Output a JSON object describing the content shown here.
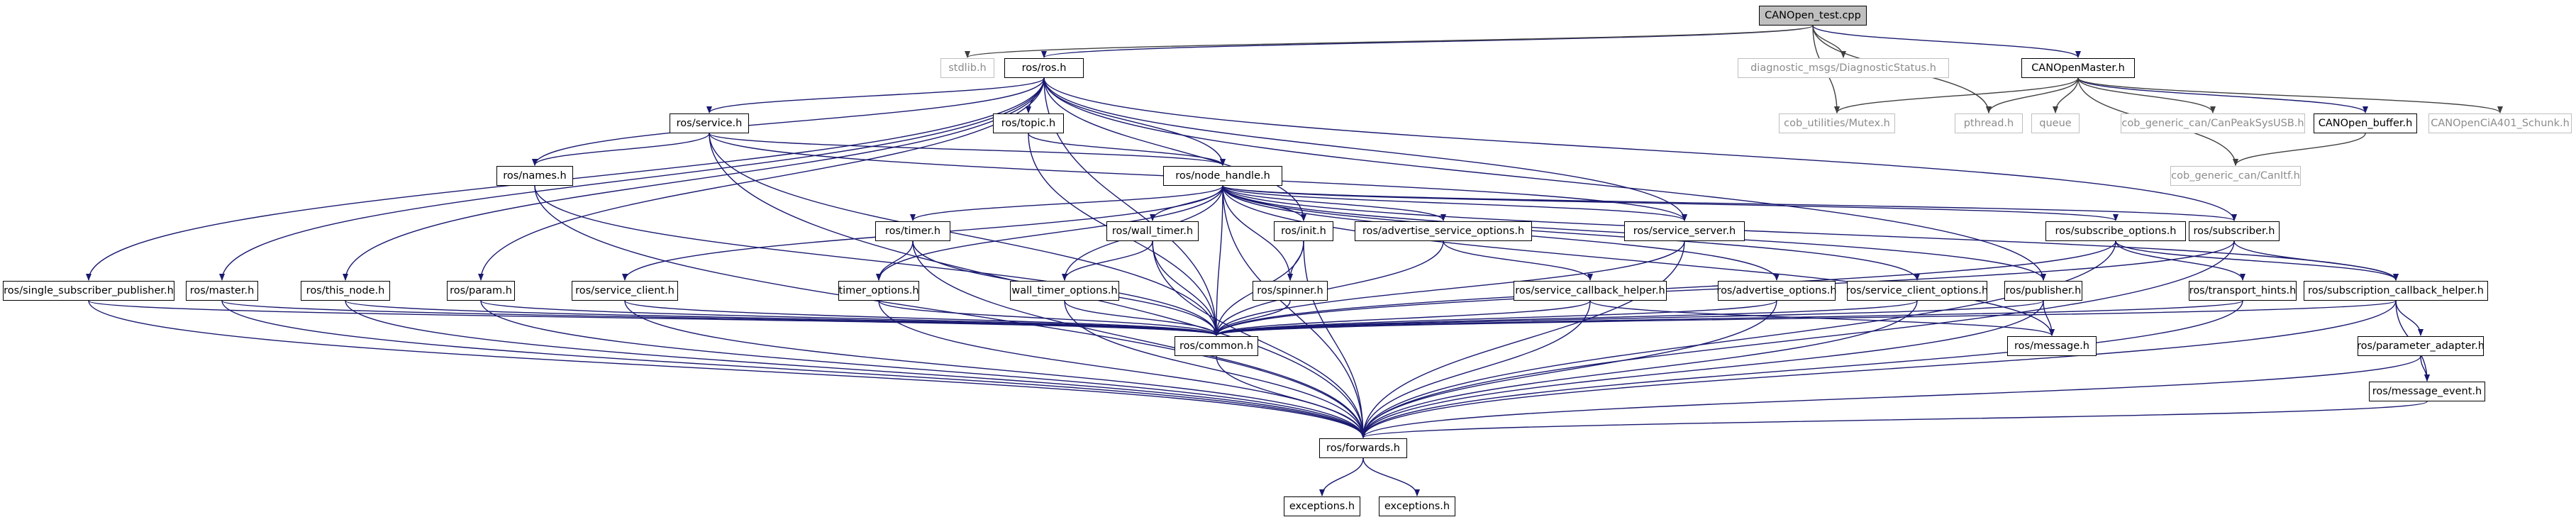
{
  "diagram": {
    "colors": {
      "edge_internal": "#191970",
      "edge_external": "#3f3f3f",
      "root_fill": "#bfbfbf",
      "external_text": "#8c8c8c"
    },
    "nodes": {
      "root": "CANOpen_test.cpp",
      "stdlib": "stdlib.h",
      "ros_h": "ros/ros.h",
      "diag": "diagnostic_msgs/DiagnosticStatus.h",
      "canopenmaster": "CANOpenMaster.h",
      "service_h": "ros/service.h",
      "topic_h": "ros/topic.h",
      "cob_mutex": "cob_utilities/Mutex.h",
      "pthread": "pthread.h",
      "queue": "queue",
      "cob_peak": "cob_generic_can/CanPeakSysUSB.h",
      "canopen_buffer": "CANOpen_buffer.h",
      "cia401": "CANOpenCiA401_Schunk.h",
      "names_h": "ros/names.h",
      "node_handle": "ros/node_handle.h",
      "canitf": "cob_generic_can/CanItf.h",
      "timer_h": "ros/timer.h",
      "wall_timer": "ros/wall_timer.h",
      "init_h": "ros/init.h",
      "adv_service_opts": "ros/advertise_service_options.h",
      "service_server": "ros/service_server.h",
      "subscribe_opts": "ros/subscribe_options.h",
      "subscriber_h": "ros/subscriber.h",
      "single_sub_pub": "ros/single_subscriber_publisher.h",
      "master_h": "ros/master.h",
      "this_node": "ros/this_node.h",
      "param_h": "ros/param.h",
      "service_client": "ros/service_client.h",
      "timer_options": "timer_options.h",
      "wall_timer_options": "wall_timer_options.h",
      "spinner": "ros/spinner.h",
      "service_cb_helper": "ros/service_callback_helper.h",
      "advertise_opts": "ros/advertise_options.h",
      "service_client_opts": "ros/service_client_options.h",
      "publisher_h": "ros/publisher.h",
      "transport_hints": "ros/transport_hints.h",
      "subscription_cb_helper": "ros/subscription_callback_helper.h",
      "common_h": "ros/common.h",
      "message_h": "ros/message.h",
      "parameter_adapter": "ros/parameter_adapter.h",
      "message_event": "ros/message_event.h",
      "forwards_h": "ros/forwards.h",
      "exceptions1": "exceptions.h",
      "exceptions2": "exceptions.h"
    }
  }
}
